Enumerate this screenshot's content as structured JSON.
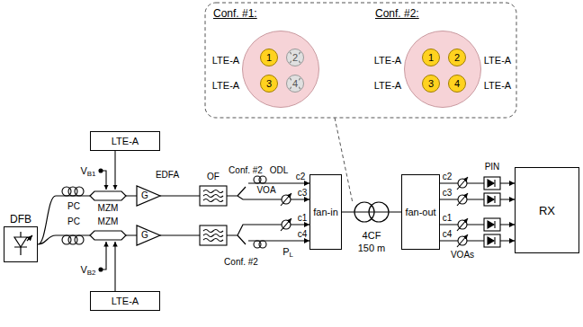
{
  "diagram": {
    "nodes": [
      {
        "text": [
          "Conf. #1:"
        ]
      },
      {
        "text": [
          "1"
        ],
        "in": 0
      },
      {
        "text": [
          "2"
        ],
        "in": 0
      },
      {
        "text": [
          "3"
        ],
        "in": 0
      },
      {
        "text": [
          "4"
        ],
        "in": 0
      },
      {
        "text": [
          "Conf. #2:"
        ]
      },
      {
        "text": [
          "1"
        ],
        "in": 5
      },
      {
        "text": [
          "2"
        ],
        "in": 5
      },
      {
        "text": [
          "3"
        ],
        "in": 5
      },
      {
        "text": [
          "4"
        ],
        "in": 5
      },
      {
        "text": [
          "LTE-A"
        ]
      },
      {
        "text": [
          "DFB"
        ]
      },
      {
        "text": [
          "fan-in"
        ]
      },
      {
        "text": [
          "fan-out"
        ]
      },
      {
        "text": [
          "RX"
        ]
      },
      {
        "text": [
          "LTE-A"
        ]
      }
    ],
    "edges": [
      {
        "from": 12,
        "to": 13,
        "arrow": "none"
      }
    ],
    "labels": [
      "LTE-A",
      "LTE-A",
      "LTE-A",
      "LTE-A",
      "LTE-A",
      "LTE-A",
      "VB1",
      "EDFA",
      "OF",
      "Conf. #2",
      "ODL",
      "c2",
      "VOA",
      "c3",
      "PIN",
      "c2",
      "c3",
      "PC",
      "MZM",
      "G",
      "G",
      "PC",
      "MZM",
      "c1",
      "c1",
      "c4",
      "c4",
      "4CF",
      "PL",
      "VOAs",
      "150 m",
      "Conf. #2",
      "VB2"
    ]
  }
}
